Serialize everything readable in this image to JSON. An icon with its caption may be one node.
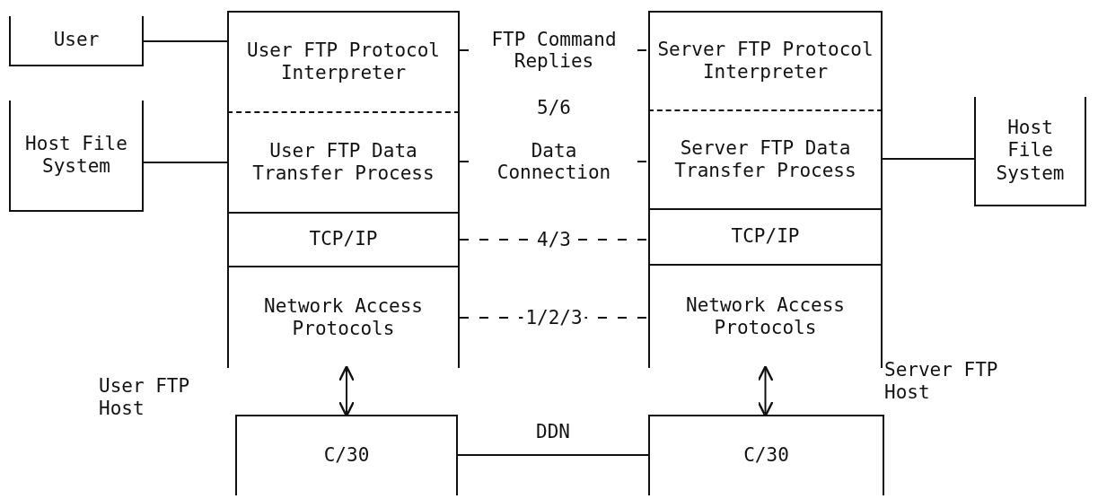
{
  "diagram": {
    "nodes": [
      {
        "text": [
          "User"
        ]
      },
      {
        "text": [
          "Host File System"
        ]
      },
      {
        "text": [
          "User FTP Protocol Interpreter"
        ]
      },
      {
        "text": [
          "User FTP Data Transfer Process"
        ]
      },
      {
        "text": [
          "TCP/IP"
        ]
      },
      {
        "text": [
          "Network Access Protocols"
        ]
      },
      {
        "text": [
          "Server FTP Protocol Interpreter"
        ]
      },
      {
        "text": [
          "Server FTP Data Transfer Process"
        ]
      },
      {
        "text": [
          "TCP/IP"
        ]
      },
      {
        "text": [
          "Network Access Protocols"
        ]
      },
      {
        "text": [
          "Host File System"
        ]
      },
      {
        "text": [
          "C/30"
        ]
      },
      {
        "text": [
          "C/30"
        ]
      }
    ],
    "edges": [
      {
        "from": 0,
        "to": 2,
        "arrow": "none"
      },
      {
        "from": 1,
        "to": 3,
        "arrow": "none"
      },
      {
        "from": 2,
        "to": 6,
        "arrow": "none",
        "style": "dashed",
        "label": "FTP Command Replies"
      },
      {
        "from": 3,
        "to": 7,
        "arrow": "none",
        "style": "dashed",
        "label": "Data Connection"
      },
      {
        "from": 4,
        "to": 8,
        "arrow": "none",
        "style": "dashed",
        "label": "4/3"
      },
      {
        "from": 5,
        "to": 9,
        "arrow": "none",
        "style": "dashed",
        "label": "1/2/3"
      },
      {
        "from": 7,
        "to": 10,
        "arrow": "none"
      },
      {
        "from": 5,
        "to": 11,
        "arrow": "both"
      },
      {
        "from": 9,
        "to": 12,
        "arrow": "both"
      },
      {
        "from": 11,
        "to": 12,
        "arrow": "none",
        "label": "DDN"
      }
    ],
    "labels": [
      "5/6",
      "User FTP Host",
      "Server FTP Host"
    ]
  }
}
